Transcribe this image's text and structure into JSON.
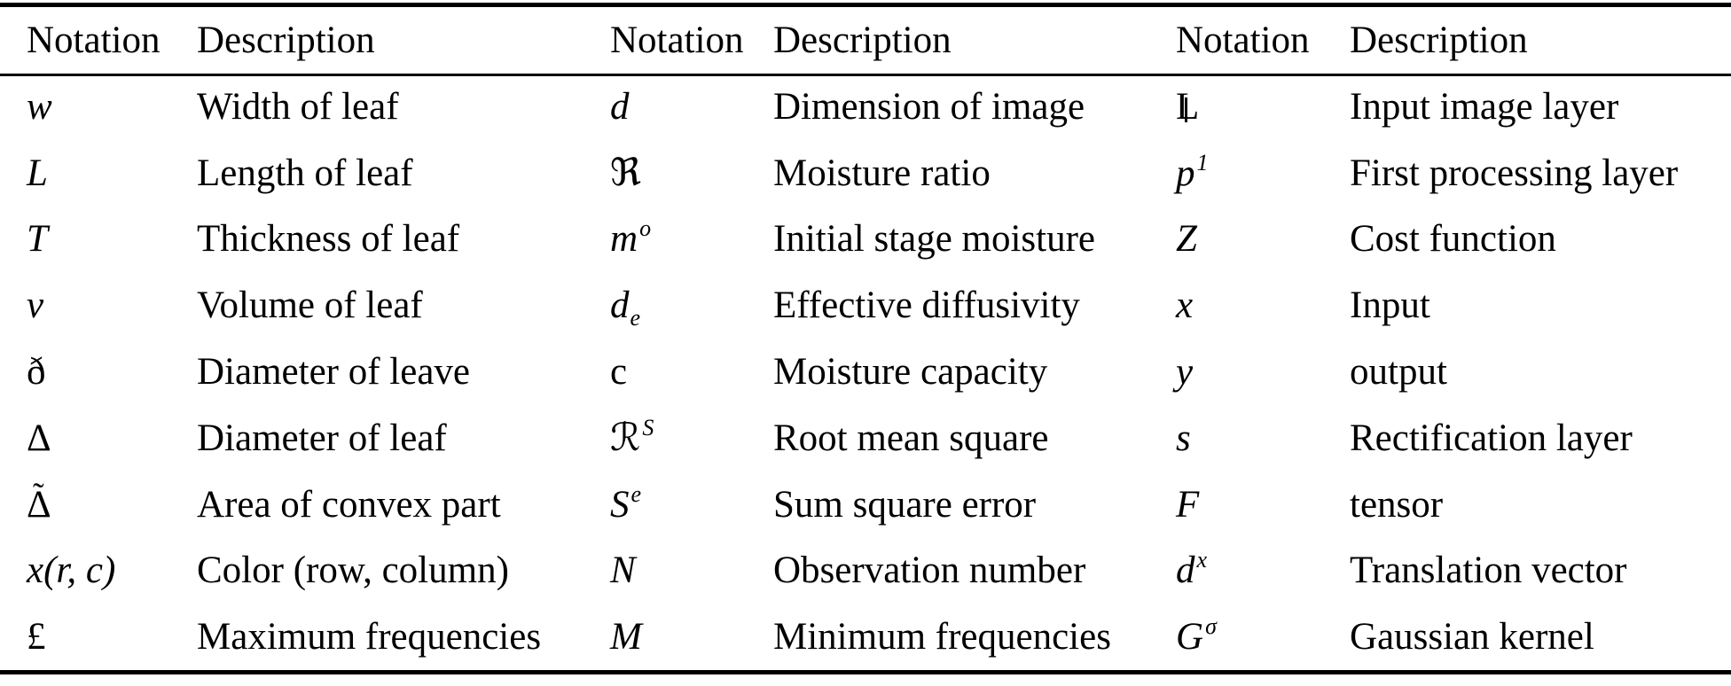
{
  "header": {
    "notation_label": "Notation",
    "description_label": "Description"
  },
  "colors": {
    "text": "#000000",
    "background": "#ffffff",
    "rules": "#000000"
  },
  "columns": [
    {
      "rows": [
        {
          "n": "w",
          "d": "Width of leaf"
        },
        {
          "n": "L",
          "d": "Length of leaf"
        },
        {
          "n": "T",
          "d": "Thickness of leaf"
        },
        {
          "n": "v",
          "d": "Volume of leaf"
        },
        {
          "n": "ð",
          "d": "Diameter of leave"
        },
        {
          "n": "Δ",
          "d": "Diameter of leaf"
        },
        {
          "n": "Δ",
          "acc": "˜",
          "d": "Area of convex part"
        },
        {
          "n": "x(r, c)",
          "d": "Color (row, column)"
        },
        {
          "n": "£",
          "d": "Maximum frequencies"
        }
      ]
    },
    {
      "rows": [
        {
          "n": "d",
          "d": "Dimension of image"
        },
        {
          "n": "ℜ",
          "d": "Moisture ratio"
        },
        {
          "n": "m",
          "sup": "o",
          "d": "Initial stage moisture"
        },
        {
          "n": "d",
          "sub": "e",
          "d": "Effective diffusivity"
        },
        {
          "n": "c",
          "d": "Moisture capacity"
        },
        {
          "n": "ℛ",
          "sup": "S",
          "d": "Root mean square"
        },
        {
          "n": "S",
          "sup": "e",
          "d": "Sum square error"
        },
        {
          "n": "N",
          "d": "Observation number"
        },
        {
          "n": "M",
          "d": "Minimum frequencies"
        }
      ]
    },
    {
      "rows": [
        {
          "n": "L",
          "d": "Input image layer"
        },
        {
          "n": "p",
          "sup": "1",
          "d": "First processing layer"
        },
        {
          "n": "Z",
          "d": "Cost function"
        },
        {
          "n": "x",
          "d": "Input"
        },
        {
          "n": "y",
          "d": "output"
        },
        {
          "n": "s",
          "d": "Rectification layer"
        },
        {
          "n": "F",
          "d": "tensor"
        },
        {
          "n": "d",
          "sup": "x",
          "d": "Translation vector"
        },
        {
          "n": "G",
          "sup": "σ",
          "d": "Gaussian kernel"
        }
      ]
    }
  ]
}
